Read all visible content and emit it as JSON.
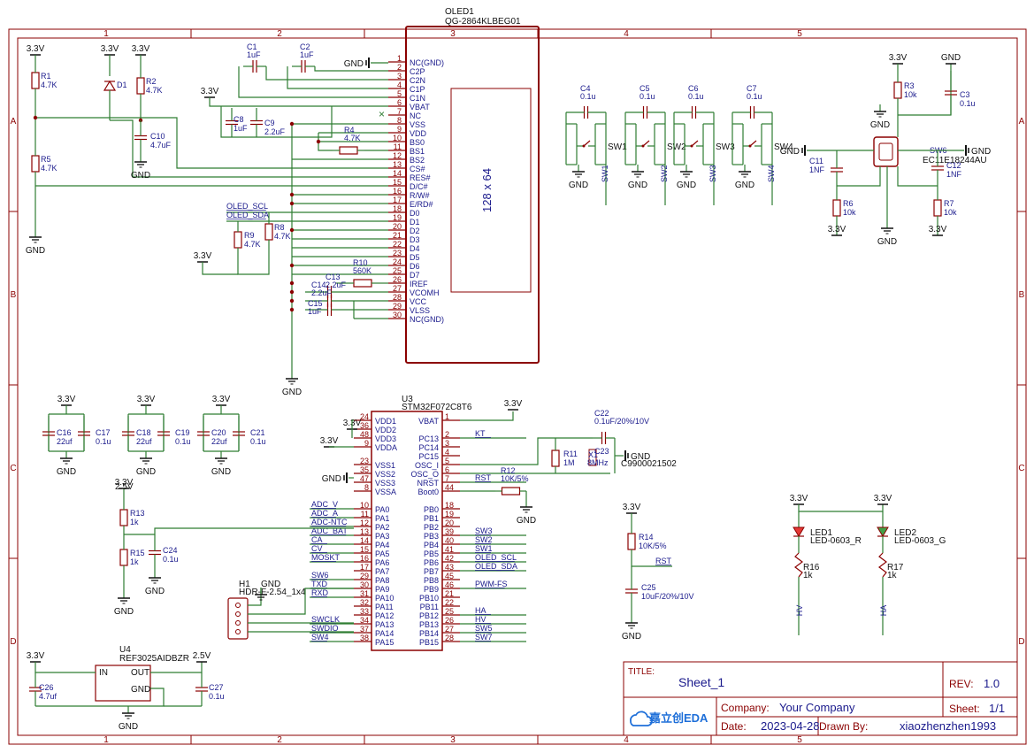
{
  "oled": {
    "ref": "OLED1",
    "part": "QG-2864KLBEG01",
    "display_label": "128 x 64",
    "pins": [
      {
        "n": "1",
        "name": "NC(GND)"
      },
      {
        "n": "2",
        "name": "C2P"
      },
      {
        "n": "3",
        "name": "C2N"
      },
      {
        "n": "4",
        "name": "C1P"
      },
      {
        "n": "5",
        "name": "C1N"
      },
      {
        "n": "6",
        "name": "VBAT"
      },
      {
        "n": "7",
        "name": "NC"
      },
      {
        "n": "8",
        "name": "VSS"
      },
      {
        "n": "9",
        "name": "VDD"
      },
      {
        "n": "10",
        "name": "BS0"
      },
      {
        "n": "11",
        "name": "BS1"
      },
      {
        "n": "12",
        "name": "BS2"
      },
      {
        "n": "13",
        "name": "CS#"
      },
      {
        "n": "14",
        "name": "RES#"
      },
      {
        "n": "15",
        "name": "D/C#"
      },
      {
        "n": "16",
        "name": "R/W#"
      },
      {
        "n": "17",
        "name": "E/RD#"
      },
      {
        "n": "18",
        "name": "D0"
      },
      {
        "n": "19",
        "name": "D1"
      },
      {
        "n": "20",
        "name": "D2"
      },
      {
        "n": "21",
        "name": "D3"
      },
      {
        "n": "22",
        "name": "D4"
      },
      {
        "n": "23",
        "name": "D5"
      },
      {
        "n": "24",
        "name": "D6"
      },
      {
        "n": "25",
        "name": "D7"
      },
      {
        "n": "26",
        "name": "IREF"
      },
      {
        "n": "27",
        "name": "VCOMH"
      },
      {
        "n": "28",
        "name": "VCC"
      },
      {
        "n": "29",
        "name": "VLSS"
      },
      {
        "n": "30",
        "name": "NC(GND)"
      }
    ]
  },
  "mcu": {
    "ref": "U3",
    "part": "STM32F072C8T6",
    "left_pins": [
      {
        "n": "24",
        "name": "VDD1"
      },
      {
        "n": "36",
        "name": "VDD2"
      },
      {
        "n": "48",
        "name": "VDD3"
      },
      {
        "n": "9",
        "name": "VDDA"
      },
      {
        "n": "",
        "name": ""
      },
      {
        "n": "23",
        "name": "VSS1"
      },
      {
        "n": "35",
        "name": "VSS2"
      },
      {
        "n": "47",
        "name": "VSS3"
      },
      {
        "n": "8",
        "name": "VSSA"
      },
      {
        "n": "",
        "name": ""
      },
      {
        "n": "10",
        "name": "PA0"
      },
      {
        "n": "11",
        "name": "PA1"
      },
      {
        "n": "12",
        "name": "PA2"
      },
      {
        "n": "13",
        "name": "PA3"
      },
      {
        "n": "14",
        "name": "PA4"
      },
      {
        "n": "15",
        "name": "PA5"
      },
      {
        "n": "16",
        "name": "PA6"
      },
      {
        "n": "17",
        "name": "PA7"
      },
      {
        "n": "29",
        "name": "PA8"
      },
      {
        "n": "30",
        "name": "PA9"
      },
      {
        "n": "31",
        "name": "PA10"
      },
      {
        "n": "32",
        "name": "PA11"
      },
      {
        "n": "33",
        "name": "PA12"
      },
      {
        "n": "34",
        "name": "PA13"
      },
      {
        "n": "37",
        "name": "PA14"
      },
      {
        "n": "38",
        "name": "PA15"
      }
    ],
    "right_pins": [
      {
        "n": "1",
        "name": "VBAT"
      },
      {
        "n": "",
        "name": ""
      },
      {
        "n": "2",
        "name": "PC13"
      },
      {
        "n": "3",
        "name": "PC14"
      },
      {
        "n": "4",
        "name": "PC15"
      },
      {
        "n": "5",
        "name": "OSC_I"
      },
      {
        "n": "6",
        "name": "OSC_O"
      },
      {
        "n": "7",
        "name": "NRST"
      },
      {
        "n": "44",
        "name": "Boot0"
      },
      {
        "n": "",
        "name": ""
      },
      {
        "n": "18",
        "name": "PB0"
      },
      {
        "n": "19",
        "name": "PB1"
      },
      {
        "n": "20",
        "name": "PB2"
      },
      {
        "n": "39",
        "name": "PB3"
      },
      {
        "n": "40",
        "name": "PB4"
      },
      {
        "n": "41",
        "name": "PB5"
      },
      {
        "n": "42",
        "name": "PB6"
      },
      {
        "n": "43",
        "name": "PB7"
      },
      {
        "n": "45",
        "name": "PB8"
      },
      {
        "n": "46",
        "name": "PB9"
      },
      {
        "n": "21",
        "name": "PB10"
      },
      {
        "n": "22",
        "name": "PB11"
      },
      {
        "n": "25",
        "name": "PB12"
      },
      {
        "n": "26",
        "name": "PB13"
      },
      {
        "n": "27",
        "name": "PB14"
      },
      {
        "n": "28",
        "name": "PB15"
      }
    ],
    "left_nets": [
      "ADC_V",
      "ADC_A",
      "ADC-NTC",
      "ADC_BAT",
      "CA",
      "CV",
      "MOSKT",
      "",
      "SW6",
      "TXD",
      "RXD",
      "",
      "SWCLK",
      "SWDIO",
      "SW4"
    ],
    "right_nets": [
      "KT",
      "RST",
      "SW3",
      "SW2",
      "SW1",
      "OLED_SCL",
      "OLED_SDA",
      "PWM-FS",
      "HA",
      "HV",
      "SW5",
      "SW7"
    ]
  },
  "nets": {
    "v33": "3.3V",
    "v25": "2.5V",
    "gnd": "GND",
    "oled_scl": "OLED_SCL",
    "oled_sda": "OLED_SDA",
    "rst": "RST",
    "ha": "HA",
    "hv": "HV"
  },
  "parts": {
    "C1": {
      "ref": "C1",
      "val": "1uF"
    },
    "C2": {
      "ref": "C2",
      "val": "1uF"
    },
    "C3": {
      "ref": "C3",
      "val": "0.1u"
    },
    "C4": {
      "ref": "C4",
      "val": "0.1u"
    },
    "C5": {
      "ref": "C5",
      "val": "0.1u"
    },
    "C6": {
      "ref": "C6",
      "val": "0.1u"
    },
    "C7": {
      "ref": "C7",
      "val": "0.1u"
    },
    "C8": {
      "ref": "C8",
      "val": "1uF"
    },
    "C9": {
      "ref": "C9",
      "val": "2.2uF"
    },
    "C10": {
      "ref": "C10",
      "val": "4.7uF"
    },
    "C11": {
      "ref": "C11",
      "val": "1NF"
    },
    "C12": {
      "ref": "C12",
      "val": "1NF"
    },
    "C13": {
      "ref": "C13",
      "val": "2.2uF"
    },
    "C14": {
      "ref": "C14",
      "val": "2.2uF"
    },
    "C15": {
      "ref": "C15",
      "val": "1uF"
    },
    "C16": {
      "ref": "C16",
      "val": "22uf"
    },
    "C17": {
      "ref": "C17",
      "val": "0.1u"
    },
    "C18": {
      "ref": "C18",
      "val": "22uf"
    },
    "C19": {
      "ref": "C19",
      "val": "0.1u"
    },
    "C20": {
      "ref": "C20",
      "val": "22uf"
    },
    "C21": {
      "ref": "C21",
      "val": "0.1u"
    },
    "C22": {
      "ref": "C22",
      "val": "0.1uF/20%/10V"
    },
    "C23": {
      "ref": "C23",
      "val": "8MHz"
    },
    "C24": {
      "ref": "C24",
      "val": "0.1u"
    },
    "C25": {
      "ref": "C25",
      "val": "10uF/20%/10V"
    },
    "C26": {
      "ref": "C26",
      "val": "4.7uf"
    },
    "C27": {
      "ref": "C27",
      "val": "0.1u"
    },
    "R1": {
      "ref": "R1",
      "val": "4.7K"
    },
    "R2": {
      "ref": "R2",
      "val": "4.7K"
    },
    "R3": {
      "ref": "R3",
      "val": "10k"
    },
    "R4": {
      "ref": "R4",
      "val": "4.7K"
    },
    "R5": {
      "ref": "R5",
      "val": "4.7K"
    },
    "R6": {
      "ref": "R6",
      "val": "10k"
    },
    "R7": {
      "ref": "R7",
      "val": "10k"
    },
    "R8": {
      "ref": "R8",
      "val": "4.7K"
    },
    "R9": {
      "ref": "R9",
      "val": "4.7K"
    },
    "R10": {
      "ref": "R10",
      "val": "560K"
    },
    "R11": {
      "ref": "R11",
      "val": "1M"
    },
    "R12": {
      "ref": "R12",
      "val": "10K/5%"
    },
    "R13": {
      "ref": "R13",
      "val": "1k"
    },
    "R14": {
      "ref": "R14",
      "val": "10K/5%"
    },
    "R15": {
      "ref": "R15",
      "val": "1k"
    },
    "R16": {
      "ref": "R16",
      "val": "1k"
    },
    "R17": {
      "ref": "R17",
      "val": "1k"
    },
    "D1": {
      "ref": "D1"
    },
    "X1": {
      "ref": "X1",
      "val": "C9900021502"
    },
    "SW1": {
      "ref": "SW1"
    },
    "SW2": {
      "ref": "SW2"
    },
    "SW3": {
      "ref": "SW3"
    },
    "SW4": {
      "ref": "SW4"
    },
    "SW6": {
      "ref": "SW6",
      "val": "EC11E18244AU"
    },
    "LED1": {
      "ref": "LED1",
      "val": "LED-0603_R"
    },
    "LED2": {
      "ref": "LED2",
      "val": "LED-0603_G"
    },
    "H1": {
      "ref": "H1",
      "val": "HDR-F-2.54_1x4"
    },
    "U4": {
      "ref": "U4",
      "val": "REF3025AIDBZR",
      "in": "IN",
      "out": "OUT",
      "gnd": "GND"
    }
  },
  "border": {
    "cols": [
      "1",
      "2",
      "3",
      "4",
      "5"
    ],
    "rows": [
      "A",
      "B",
      "C",
      "D"
    ]
  },
  "titleblock": {
    "title_label": "TITLE:",
    "title": "Sheet_1",
    "rev_label": "REV:",
    "rev": "1.0",
    "company_label": "Company:",
    "company": "Your Company",
    "sheet_label": "Sheet:",
    "sheet": "1/1",
    "date_label": "Date:",
    "date": "2023-04-28",
    "drawn_label": "Drawn By:",
    "drawn": "xiaozhenzhen1993",
    "logo_text": "嘉立创EDA"
  },
  "colors": {
    "wire": "#2e7d32",
    "component": "#8b0000",
    "net_text": "#1a1a8c",
    "led_red": "#e53935",
    "led_green": "#43a047"
  }
}
